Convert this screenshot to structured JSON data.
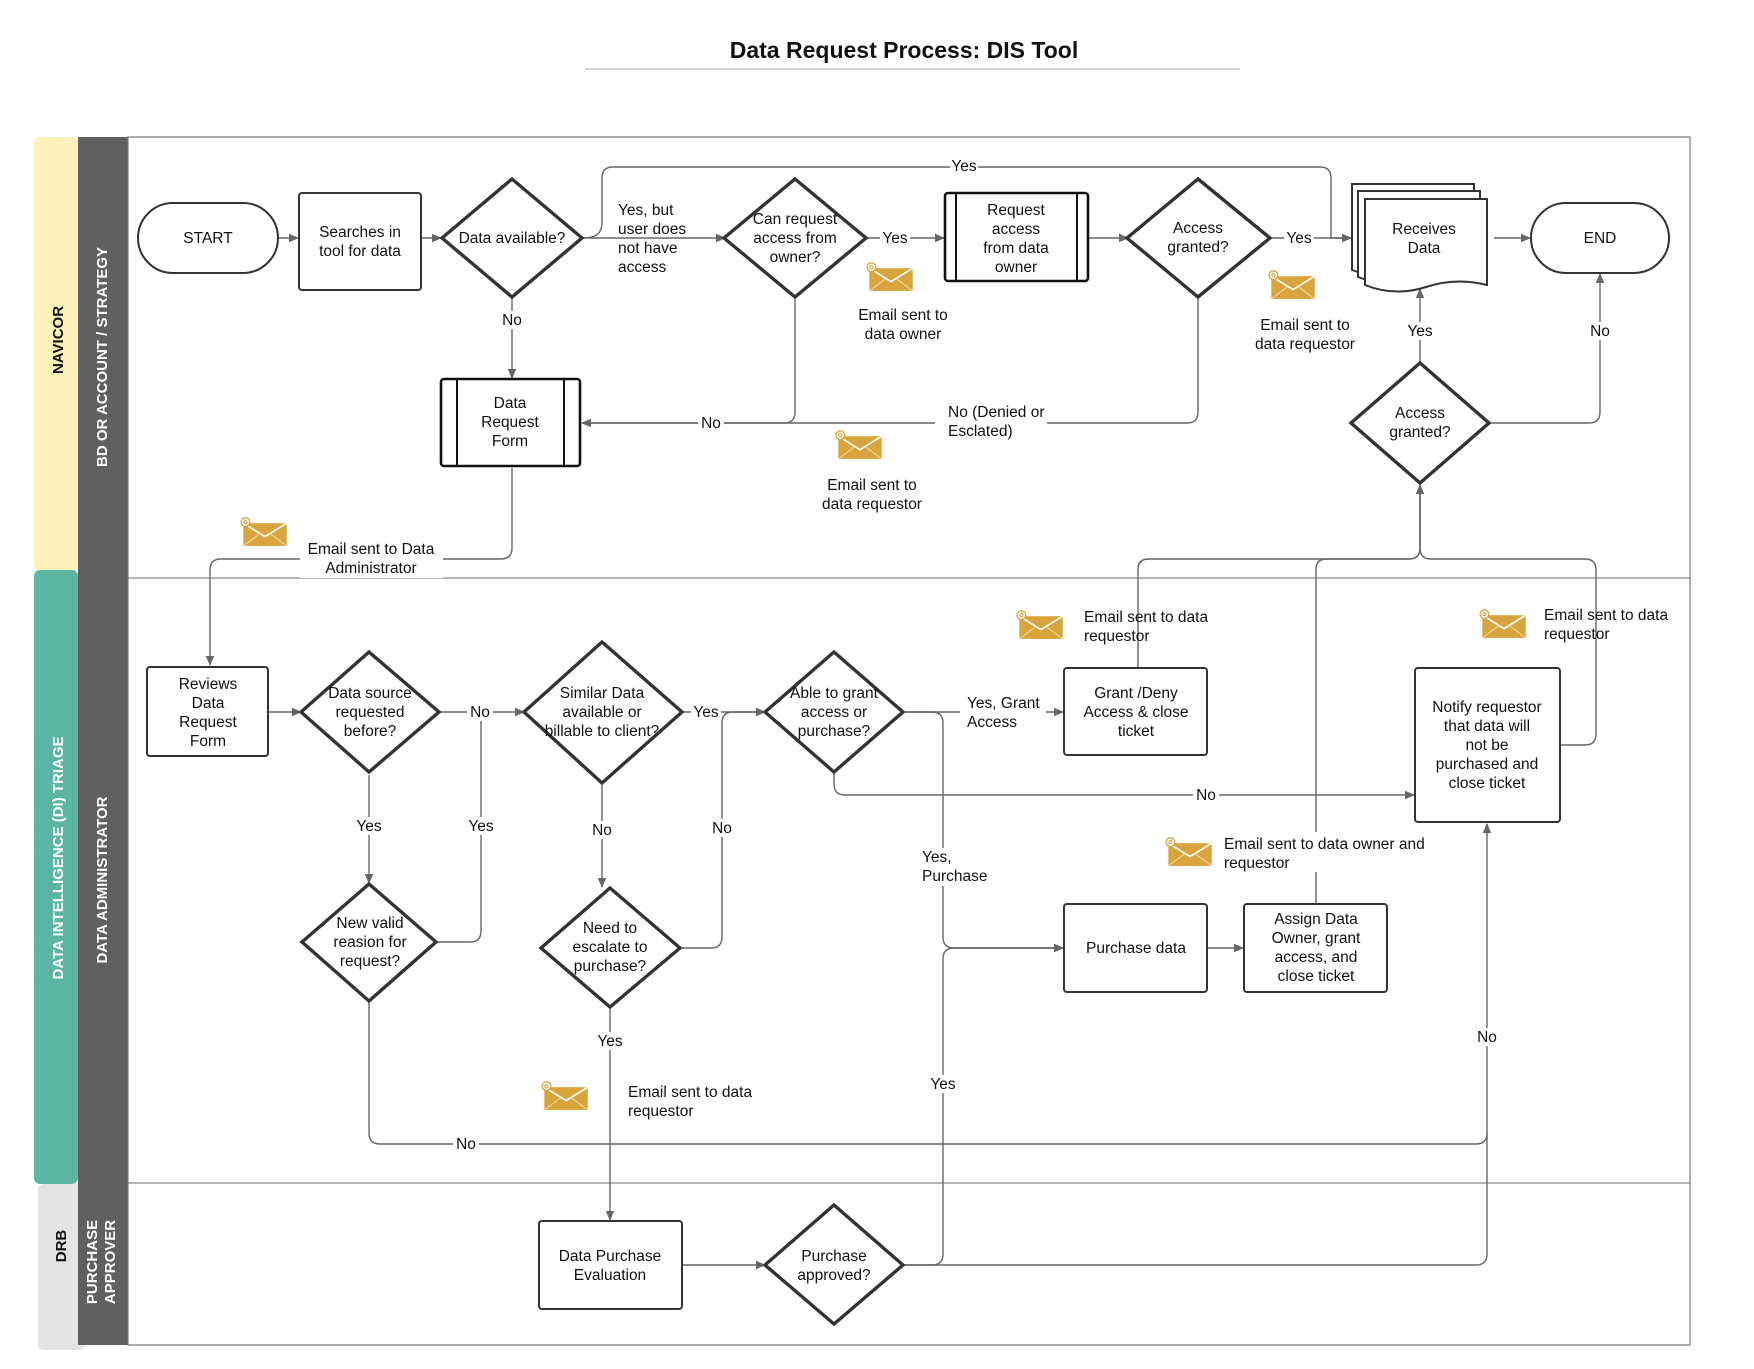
{
  "title": "Data Request Process: DIS Tool",
  "colors": {
    "navicor": "#fdf0b8",
    "di_triage": "#5ab5a3",
    "drb": "#e3e3e3",
    "sublane": "#606060",
    "email_icon": "#d8a43b"
  },
  "icons": {
    "email": "envelope-at-icon"
  },
  "lanes": {
    "navicor": "NAVICOR",
    "bd": "BD OR ACCOUNT / STRATEGY",
    "di_triage": "DATA INTELLIGENCE (DI) TRIAGE",
    "data_admin": "DATA ADMINISTRATOR",
    "drb": "DRB",
    "purchase_approver_1": "PURCHASE",
    "purchase_approver_2": "APPROVER"
  },
  "nodes": {
    "start": "START",
    "searches": [
      "Searches in",
      "tool for data"
    ],
    "data_available": "Data available?",
    "can_request": [
      "Can request",
      "access from",
      "owner?"
    ],
    "request_access": [
      "Request",
      "access",
      "from data",
      "owner"
    ],
    "access_granted_1": [
      "Access",
      "granted?"
    ],
    "receives_data": [
      "Receives",
      "Data"
    ],
    "end": "END",
    "data_request_form": [
      "Data",
      "Request",
      "Form"
    ],
    "access_granted_2": [
      "Access",
      "granted?"
    ],
    "reviews_form": [
      "Reviews",
      "Data",
      "Request",
      "Form"
    ],
    "data_source_before": [
      "Data source",
      "requested",
      "before?"
    ],
    "similar_data": [
      "Similar Data",
      "available or",
      "billable to client?"
    ],
    "able_to_grant": [
      "Able to grant",
      "access or",
      "purchase?"
    ],
    "grant_deny": [
      "Grant /Deny",
      "Access & close",
      "ticket"
    ],
    "notify_requestor": [
      "Notify requestor",
      "that data will",
      "not be",
      "purchased and",
      "close ticket"
    ],
    "new_valid_reason": [
      "New valid",
      "reasion for",
      "request?"
    ],
    "need_escalate": [
      "Need to",
      "escalate to",
      "purchase?"
    ],
    "purchase_data": "Purchase data",
    "assign_owner": [
      "Assign Data",
      "Owner, grant",
      "access, and",
      "close ticket"
    ],
    "data_purchase_eval": [
      "Data Purchase",
      "Evaluation"
    ],
    "purchase_approved": [
      "Purchase",
      "approved?"
    ]
  },
  "edge_labels": {
    "yes_top": "Yes",
    "yes_but": [
      "Yes, but",
      "user  does",
      "not have",
      "access"
    ],
    "yes_1": "Yes",
    "yes_2": "Yes",
    "no_data": "No",
    "no_owner": "No",
    "no_denied": [
      "No (Denied or",
      "Esclated)"
    ],
    "yes_receive": "Yes",
    "no_end": "No",
    "no_source": "No",
    "yes_similar": "Yes",
    "yes_source": "Yes",
    "yes_reason": "Yes",
    "no_similar": "No",
    "no_escalate": "No",
    "yes_grant": [
      "Yes, Grant",
      "Access"
    ],
    "no_able": "No",
    "yes_purchase": [
      "Yes,",
      "Purchase"
    ],
    "yes_escalate": "Yes",
    "no_reason": "No",
    "yes_approved": "Yes",
    "no_approved": "No"
  },
  "email_notes": {
    "to_owner": [
      "Email sent to",
      "data owner"
    ],
    "to_requestor_1": [
      "Email sent to",
      "data requestor"
    ],
    "to_requestor_2": [
      "Email sent to",
      "data requestor"
    ],
    "to_admin": [
      "Email sent to Data",
      "Administrator"
    ],
    "to_requestor_3": [
      "Email sent to data",
      "requestor"
    ],
    "to_requestor_4": [
      "Email sent to data",
      "requestor"
    ],
    "to_owner_and_requestor": [
      "Email sent to data owner and",
      "requestor"
    ],
    "to_requestor_5": [
      "Email sent to data",
      "requestor"
    ]
  }
}
